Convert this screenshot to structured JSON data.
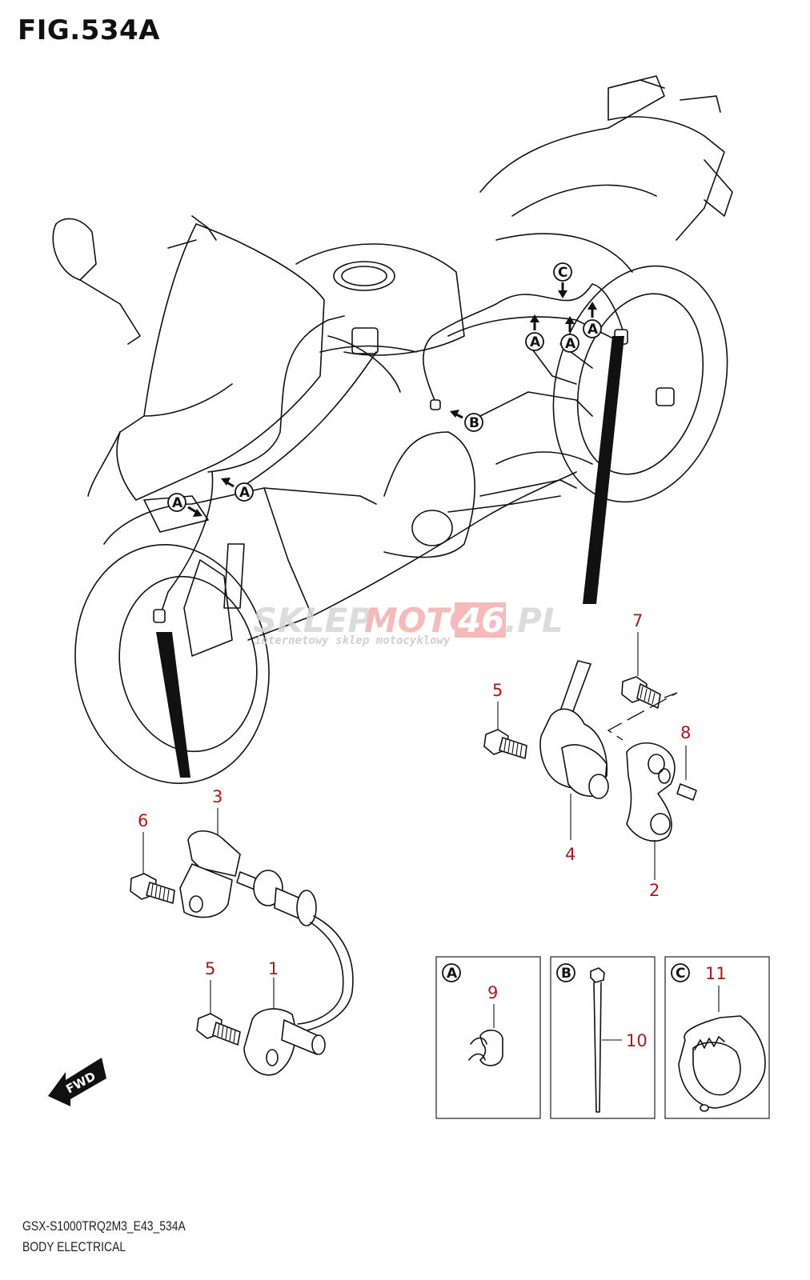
{
  "figure": {
    "title": "FIG.534A",
    "model_code": "GSX-S1000TRQ2M3_E43_534A",
    "section_name": "BODY ELECTRICAL"
  },
  "watermark": {
    "part1": "SKLEP",
    "part2": "MOTO",
    "part3": "46",
    "part4": ".PL",
    "tagline": "internetowy sklep motocyklowy",
    "colors": {
      "grey": "#d4d4d4",
      "red": "#f2a7a7"
    }
  },
  "callout_markers": {
    "A": "A",
    "B": "B",
    "C": "C"
  },
  "parts": [
    {
      "ref": "1",
      "desc": "front wheel speed sensor"
    },
    {
      "ref": "2",
      "desc": "sensor bracket"
    },
    {
      "ref": "3",
      "desc": "rear wheel speed sensor"
    },
    {
      "ref": "4",
      "desc": "sensor bracket"
    },
    {
      "ref": "5",
      "desc": "bolt"
    },
    {
      "ref": "5",
      "desc": "bolt"
    },
    {
      "ref": "6",
      "desc": "bolt"
    },
    {
      "ref": "7",
      "desc": "bolt"
    },
    {
      "ref": "8",
      "desc": "pin"
    },
    {
      "ref": "9",
      "desc": "clamp"
    },
    {
      "ref": "10",
      "desc": "cable tie"
    },
    {
      "ref": "11",
      "desc": "clamp"
    }
  ],
  "detail_boxes": [
    {
      "marker": "A",
      "part_ref": "9"
    },
    {
      "marker": "B",
      "part_ref": "10"
    },
    {
      "marker": "C",
      "part_ref": "11"
    }
  ],
  "fwd_label": "FWD",
  "label_color": "#a61b1b"
}
